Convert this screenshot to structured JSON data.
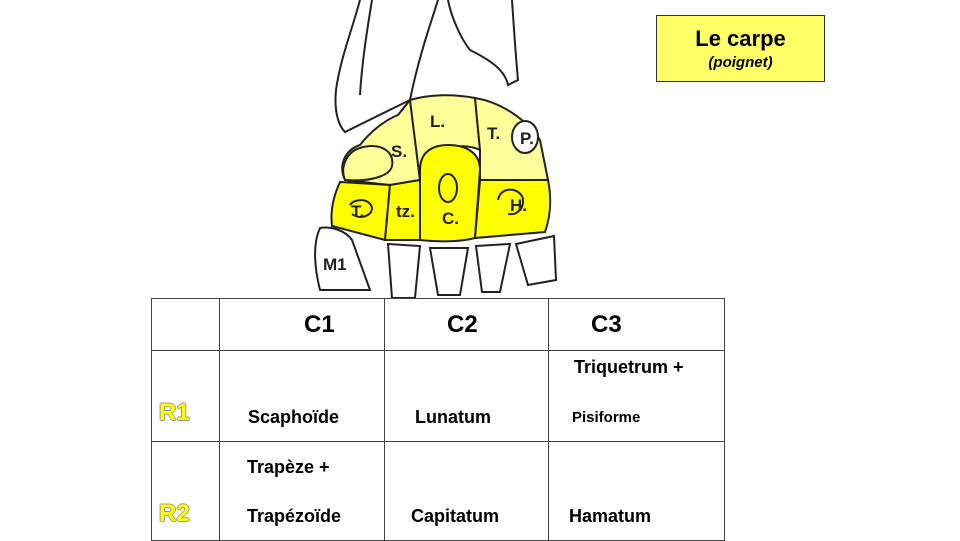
{
  "title_box": {
    "title": "Le carpe",
    "subtitle": "(poignet)"
  },
  "bone_labels": {
    "lunatum": "L.",
    "scaphoide": "S.",
    "triquetrum": "T.",
    "pisiforme": "P.",
    "trapeze": "T.",
    "trapezoide": "tz.",
    "capitatum": "C.",
    "hamatum": "H.",
    "metacarpal_1": "M1"
  },
  "table": {
    "columns": [
      "C1",
      "C2",
      "C3"
    ],
    "rows": [
      {
        "label": "R1",
        "c1": "Scaphoïde",
        "c2": "Lunatum",
        "c3_line1": "Triquetrum +",
        "c3_line2": "Pisiforme"
      },
      {
        "label": "R2",
        "c1_line1": "Trapèze +",
        "c1_line2": "Trapézoïde",
        "c2": "Capitatum",
        "c3": "Hamatum"
      }
    ]
  },
  "colors": {
    "bone_fill": "#ffff00",
    "bone_fill_light": "#ffff99",
    "title_fill": "#ffff66",
    "row_label": "#ffff00"
  }
}
